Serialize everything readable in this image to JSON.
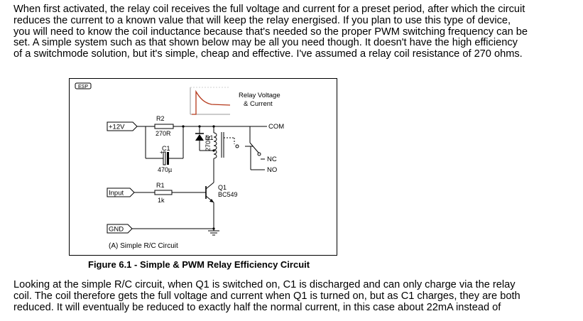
{
  "intro_paragraph": {
    "lines": [
      "When first activated, the relay coil receives the full voltage and current for a preset period, after which the circuit",
      "reduces the current to a known value that will keep the relay energised.  If you plan to use this type of device,",
      "you will need to know the coil inductance because that's needed so the proper PWM switching frequency can be",
      "set.  A simple system such as that shown below may be all you need though.  It doesn't have the high efficiency",
      "of a switchmode solution, but it's simple, cheap and effective.  I've assumed a relay coil resistance of 270 ohms."
    ]
  },
  "figure": {
    "logo_text": "ESP",
    "graph_label_line1": "Relay Voltage",
    "graph_label_line2": "& Current",
    "ports": {
      "plus12v": "+12V",
      "input": "Input",
      "gnd": "GND"
    },
    "components": {
      "r2_name": "R2",
      "r2_value": "270R",
      "c1_name": "C1",
      "c1_value": "470µ",
      "d1_name": "D1",
      "coil_value": "270R",
      "r1_name": "R1",
      "r1_value": "1k",
      "q1_name": "Q1",
      "q1_value": "BC549",
      "com_label": "COM",
      "nc_label": "NC",
      "no_label": "NO"
    },
    "subtitle": "(A) Simple R/C Circuit",
    "caption": "Figure 6.1 - Simple & PWM Relay Efficiency Circuit"
  },
  "body_paragraph": {
    "lines": [
      "Looking at the simple R/C circuit, when Q1 is switched on, C1 is discharged and can only charge via the relay",
      "coil.  The coil therefore gets the full voltage and current when Q1 is turned on, but as C1 charges, they are both",
      "reduced.  It will eventually be reduced to exactly half the normal current, in this case about 22mA instead of"
    ]
  },
  "colors": {
    "graph_trace": "#b5381a",
    "graph_grid": "#9a9a9a"
  }
}
